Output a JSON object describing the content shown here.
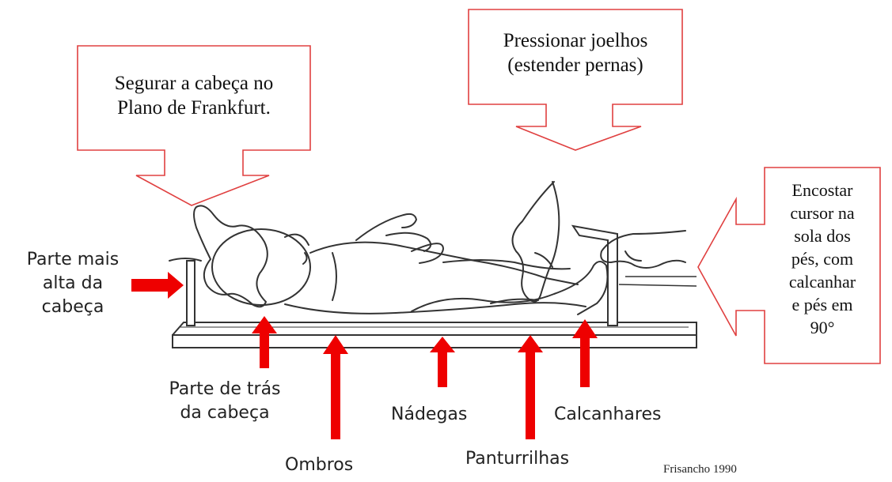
{
  "callouts": {
    "head": "Segurar a cabeça no\nPlano de Frankfurt.",
    "knees": "Pressionar joelhos\n(estender pernas)",
    "feet": "Encostar\ncursor na\nsola dos\npés, com\ncalcanhar\ne pés em\n90°"
  },
  "labels": {
    "top_of_head": "Parte mais\nalta da\ncabeça",
    "back_of_head": "Parte de trás\nda cabeça",
    "shoulders": "Ombros",
    "buttocks": "Nádegas",
    "calves": "Panturrilhas",
    "heels": "Calcanhares"
  },
  "credit": "Frisancho 1990",
  "colors": {
    "arrow": "#ee0000",
    "callout_border": "#e04040",
    "drawing": "#333333"
  }
}
